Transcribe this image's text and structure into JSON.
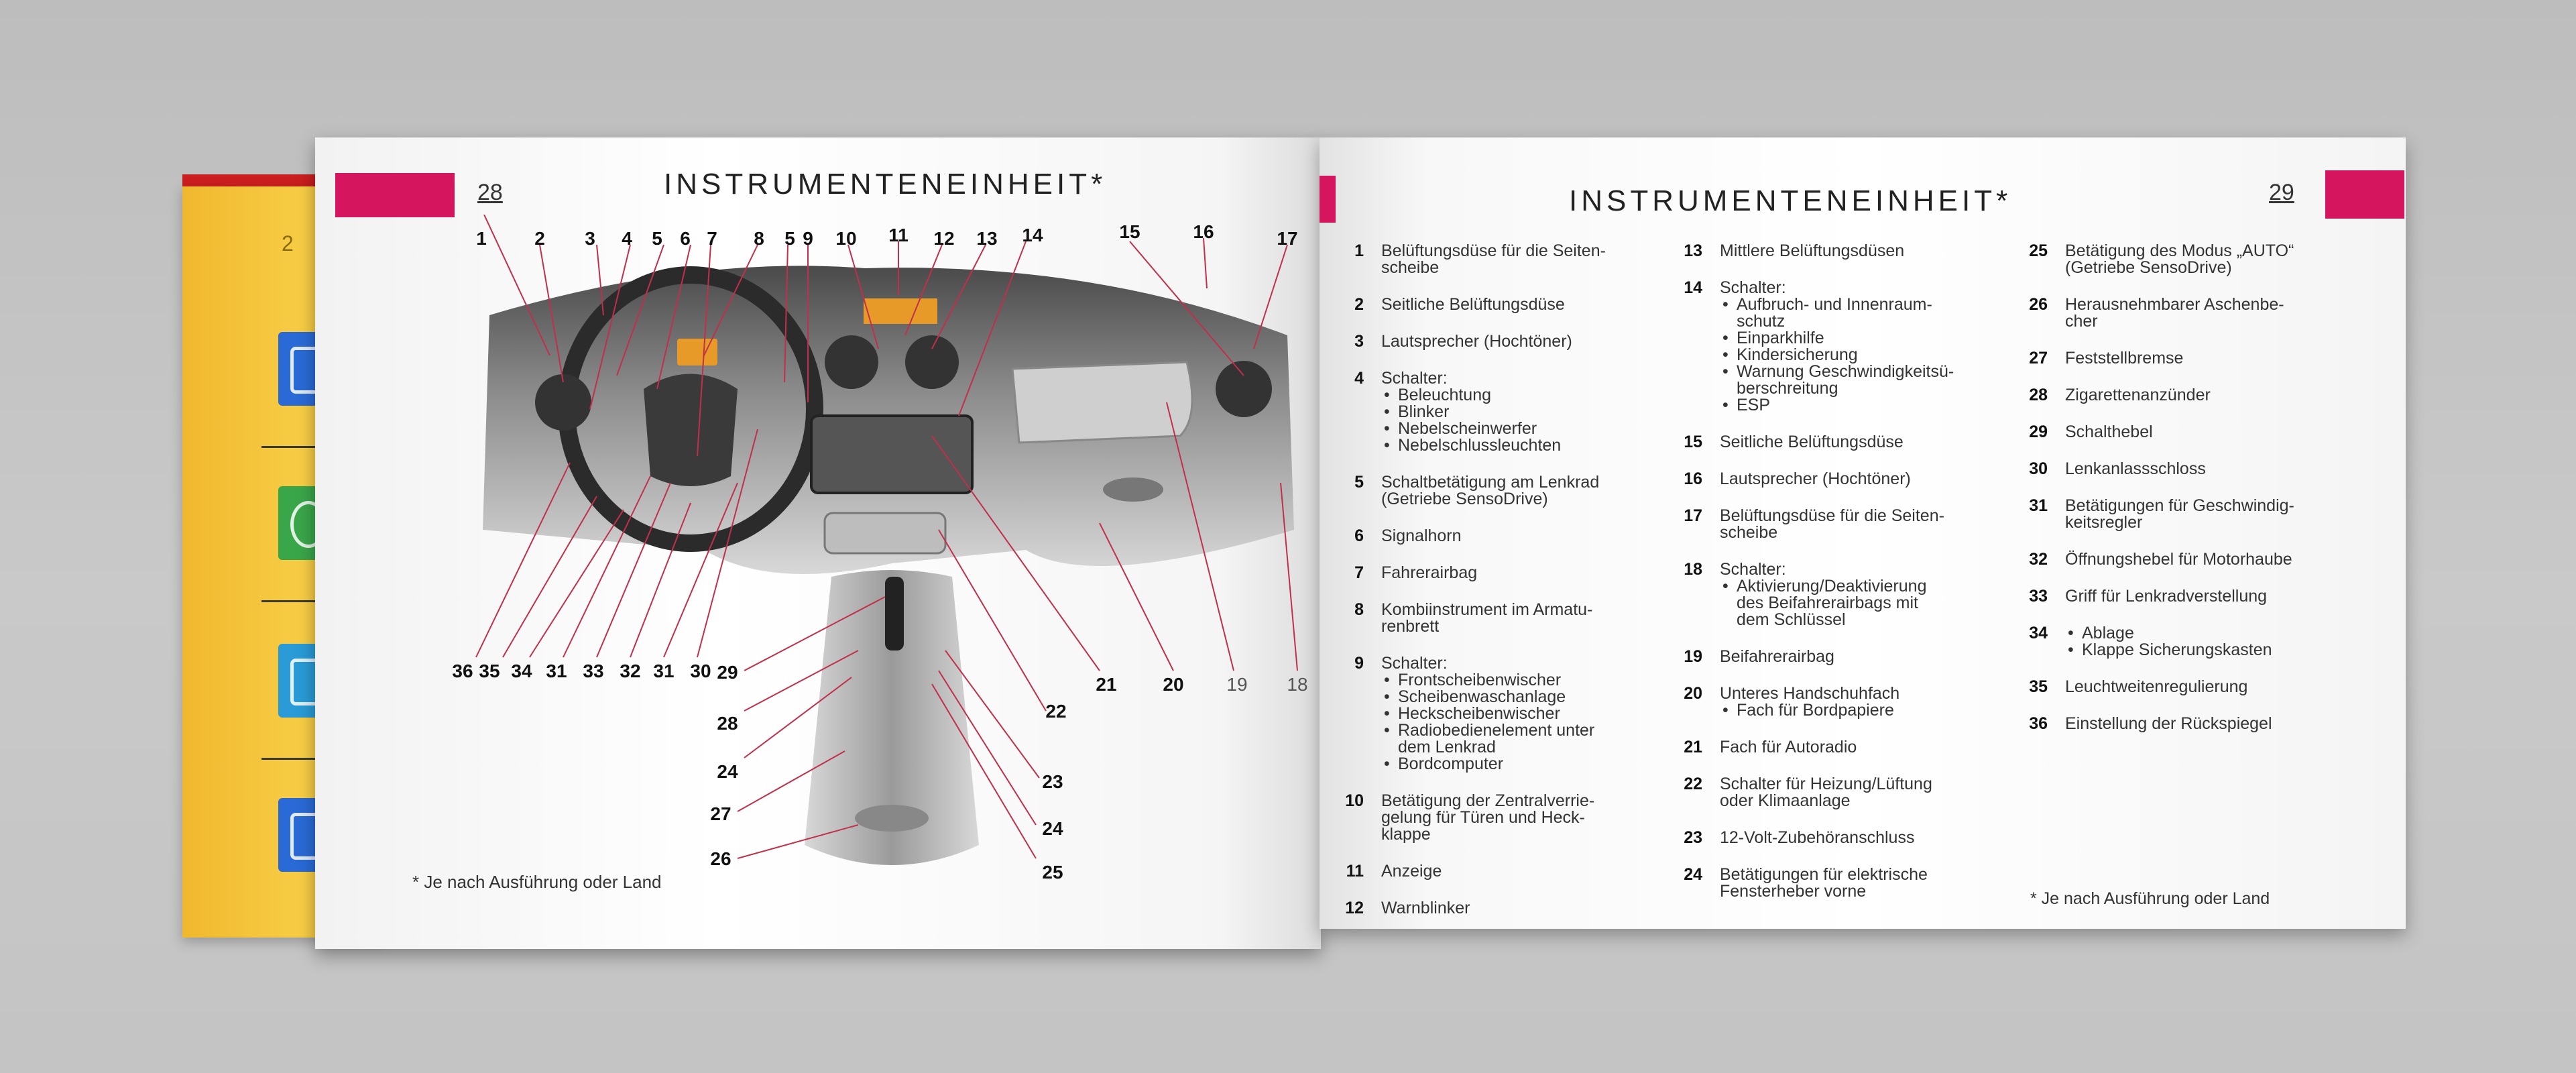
{
  "left_page": {
    "page_number": "28",
    "title": "INSTRUMENTENEINHEIT*",
    "footnote": "* Je nach Ausführung oder Land"
  },
  "back_page": {
    "page_number": "2"
  },
  "diagram_labels": [
    "1",
    "2",
    "3",
    "4",
    "5",
    "6",
    "7",
    "8",
    "5",
    "9",
    "10",
    "11",
    "12",
    "13",
    "14",
    "15",
    "16",
    "17",
    "36",
    "35",
    "34",
    "31",
    "33",
    "32",
    "31",
    "30",
    "29",
    "28",
    "24",
    "27",
    "26",
    "25",
    "24",
    "23",
    "22",
    "21",
    "20",
    "19",
    "18"
  ],
  "right_page": {
    "page_number": "29",
    "title": "INSTRUMENTENEINHEIT*",
    "footnote": "* Je nach Ausführung oder Land",
    "col1": [
      {
        "n": "1",
        "t": "Belüftungsdüse für die Seiten-\nscheibe",
        "s": []
      },
      {
        "n": "2",
        "t": "Seitliche Belüftungsdüse",
        "s": []
      },
      {
        "n": "3",
        "t": "Lautsprecher (Hochtöner)",
        "s": []
      },
      {
        "n": "4",
        "t": "Schalter:",
        "s": [
          "Beleuchtung",
          "Blinker",
          "Nebelscheinwerfer",
          "Nebelschlussleuchten"
        ]
      },
      {
        "n": "5",
        "t": "Schaltbetätigung am Lenkrad\n(Getriebe SensoDrive)",
        "s": []
      },
      {
        "n": "6",
        "t": "Signalhorn",
        "s": []
      },
      {
        "n": "7",
        "t": "Fahrerairbag",
        "s": []
      },
      {
        "n": "8",
        "t": "Kombiinstrument im Armatu-\nrenbrett",
        "s": []
      },
      {
        "n": "9",
        "t": "Schalter:",
        "s": [
          "Frontscheibenwischer",
          "Scheibenwaschanlage",
          "Heckscheibenwischer",
          "Radiobedienelement unter\ndem Lenkrad",
          "Bordcomputer"
        ]
      },
      {
        "n": "10",
        "t": "Betätigung der Zentralverrie-\ngelung für Türen und Heck-\nklappe",
        "s": []
      },
      {
        "n": "11",
        "t": "Anzeige",
        "s": []
      },
      {
        "n": "12",
        "t": "Warnblinker",
        "s": []
      }
    ],
    "col2": [
      {
        "n": "13",
        "t": "Mittlere Belüftungsdüsen",
        "s": []
      },
      {
        "n": "14",
        "t": "Schalter:",
        "s": [
          "Aufbruch- und Innenraum-\nschutz",
          "Einparkhilfe",
          "Kindersicherung",
          "Warnung Geschwindigkeitsü-\nberschreitung",
          "ESP"
        ]
      },
      {
        "n": "15",
        "t": "Seitliche Belüftungsdüse",
        "s": []
      },
      {
        "n": "16",
        "t": "Lautsprecher (Hochtöner)",
        "s": []
      },
      {
        "n": "17",
        "t": "Belüftungsdüse für die Seiten-\nscheibe",
        "s": []
      },
      {
        "n": "18",
        "t": "Schalter:",
        "s": [
          "Aktivierung/Deaktivierung\ndes Beifahrerairbags mit\ndem Schlüssel"
        ]
      },
      {
        "n": "19",
        "t": "Beifahrerairbag",
        "s": []
      },
      {
        "n": "20",
        "t": "Unteres Handschuhfach",
        "s": [
          "Fach für Bordpapiere"
        ]
      },
      {
        "n": "21",
        "t": "Fach für Autoradio",
        "s": []
      },
      {
        "n": "22",
        "t": "Schalter für Heizung/Lüftung\noder Klimaanlage",
        "s": []
      },
      {
        "n": "23",
        "t": "12-Volt-Zubehöranschluss",
        "s": []
      },
      {
        "n": "24",
        "t": "Betätigungen für elektrische\nFensterheber vorne",
        "s": []
      }
    ],
    "col3": [
      {
        "n": "25",
        "t": "Betätigung des Modus „AUTO“\n(Getriebe SensoDrive)",
        "s": []
      },
      {
        "n": "26",
        "t": "Herausnehmbarer Aschenbe-\ncher",
        "s": []
      },
      {
        "n": "27",
        "t": "Feststellbremse",
        "s": []
      },
      {
        "n": "28",
        "t": "Zigarettenanzünder",
        "s": []
      },
      {
        "n": "29",
        "t": "Schalthebel",
        "s": []
      },
      {
        "n": "30",
        "t": "Lenkanlassschloss",
        "s": []
      },
      {
        "n": "31",
        "t": "Betätigungen für Geschwindig-\nkeitsregler",
        "s": []
      },
      {
        "n": "32",
        "t": "Öffnungshebel für Motorhaube",
        "s": []
      },
      {
        "n": "33",
        "t": "Griff für Lenkradverstellung",
        "s": []
      },
      {
        "n": "34",
        "t": "",
        "s": [
          "Ablage",
          "Klappe Sicherungskasten"
        ]
      },
      {
        "n": "35",
        "t": "Leuchtweitenregulierung",
        "s": []
      },
      {
        "n": "36",
        "t": "Einstellung der Rückspiegel",
        "s": []
      }
    ]
  }
}
